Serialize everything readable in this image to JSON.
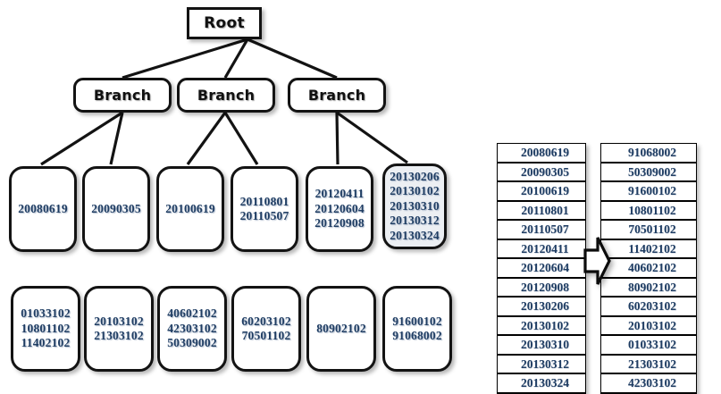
{
  "diagram": {
    "root": {
      "label": "Root"
    },
    "branches": [
      {
        "label": "Branch"
      },
      {
        "label": "Branch"
      },
      {
        "label": "Branch"
      }
    ],
    "leaves_row1": [
      {
        "values": "20080619"
      },
      {
        "values": "20090305"
      },
      {
        "values": "20100619"
      },
      {
        "values": "20110801\n20110507"
      },
      {
        "values": "20120411\n20120604\n20120908"
      },
      {
        "values": "20130206\n20130102\n20130310\n20130312\n20130324"
      }
    ],
    "leaves_row2": [
      {
        "values": "01033102\n10801102\n11402102"
      },
      {
        "values": "20103102\n21303102"
      },
      {
        "values": "40602102\n42303102\n50309002"
      },
      {
        "values": "60203102\n70501102"
      },
      {
        "values": "80902102"
      },
      {
        "values": "91600102\n91068002"
      }
    ]
  },
  "tables": {
    "left": {
      "rows": [
        "20080619",
        "20090305",
        "20100619",
        "20110801",
        "20110507",
        "20120411",
        "20120604",
        "20120908",
        "20130206",
        "20130102",
        "20130310",
        "20130312",
        "20130324"
      ]
    },
    "right": {
      "rows": [
        "91068002",
        "50309002",
        "91600102",
        "10801102",
        "70501102",
        "11402102",
        "40602102",
        "80902102",
        "60203102",
        "20103102",
        "01033102",
        "21303102",
        "42303102"
      ]
    },
    "arrow": {
      "name": "transform-arrow"
    }
  },
  "colors": {
    "text_blue": "#1f3d63",
    "stroke": "#131313",
    "tint": "#eceff3"
  }
}
